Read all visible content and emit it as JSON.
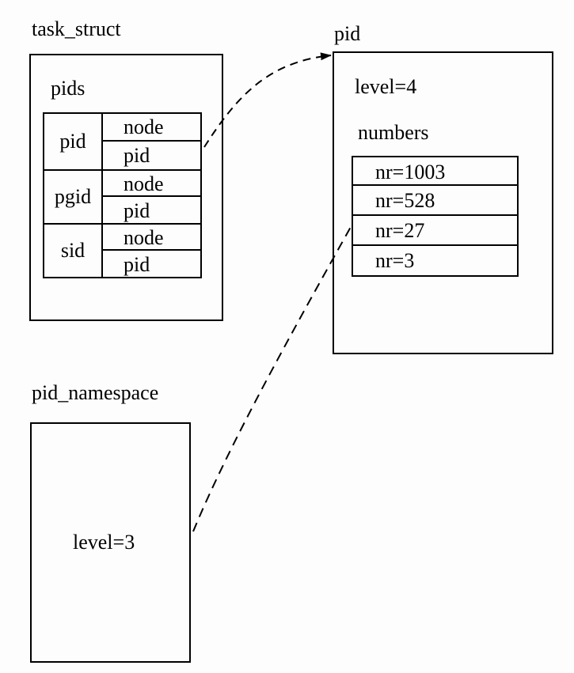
{
  "task_struct": {
    "title": "task_struct",
    "pids_label": "pids",
    "groups": [
      {
        "name": "pid",
        "fields": [
          "node",
          "pid"
        ]
      },
      {
        "name": "pgid",
        "fields": [
          "node",
          "pid"
        ]
      },
      {
        "name": "sid",
        "fields": [
          "node",
          "pid"
        ]
      }
    ]
  },
  "pid": {
    "title": "pid",
    "level": "level=4",
    "numbers_label": "numbers",
    "numbers": [
      "nr=1003",
      "nr=528",
      "nr=27",
      "nr=3"
    ]
  },
  "pid_namespace": {
    "title": "pid_namespace",
    "level": "level=3"
  }
}
